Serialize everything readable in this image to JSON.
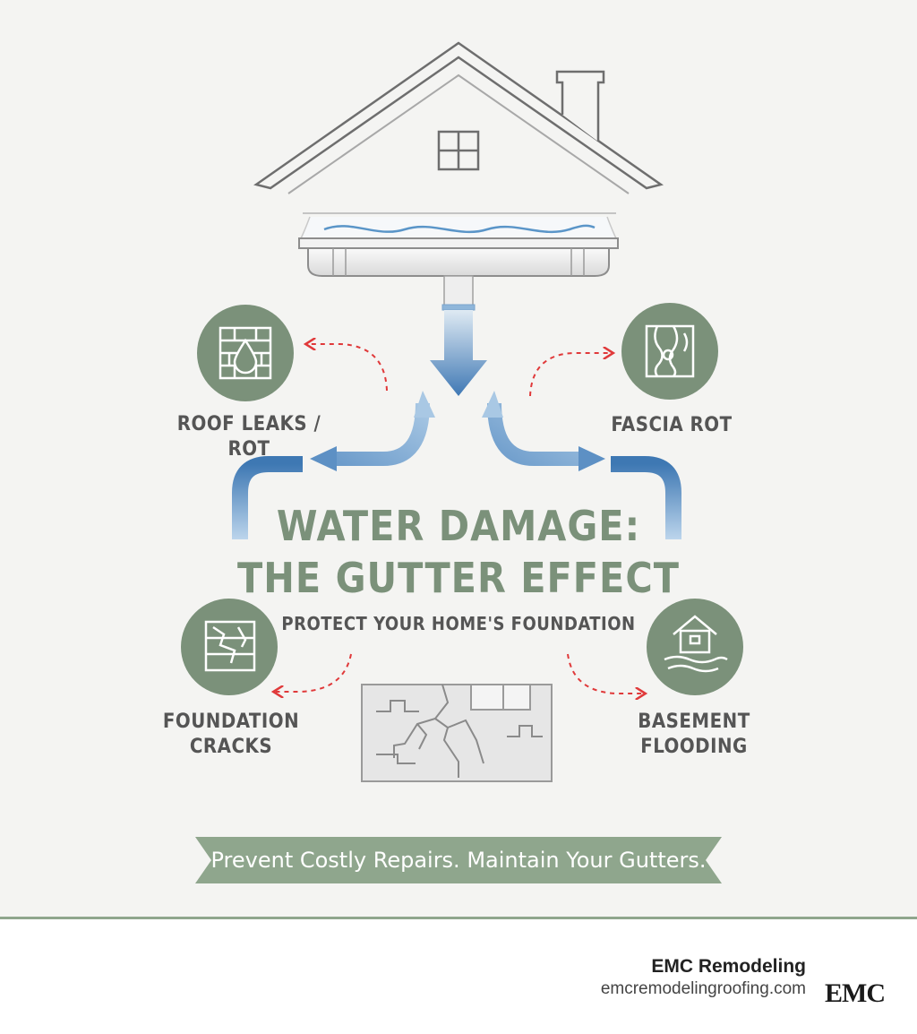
{
  "title": {
    "line1": "WATER DAMAGE:",
    "line2": "THE GUTTER EFFECT"
  },
  "subtitle": "PROTECT YOUR HOME'S FOUNDATION",
  "issues": {
    "roof_leaks": "ROOF LEAKS / ROT",
    "fascia_rot": "FASCIA ROT",
    "foundation_cracks": [
      "FOUNDATION",
      "CRACKS"
    ],
    "basement_flooding": [
      "BASEMENT",
      "FLOODING"
    ]
  },
  "banner": "Prevent Costly Repairs. Maintain Your Gutters.",
  "footer": {
    "company": "EMC Remodeling",
    "url": "emcremodelingroofing.com",
    "logo_text": "EMC"
  },
  "colors": {
    "accent_green": "#7b917a",
    "water_blue": "#4f86bf",
    "warning_red": "#e0393a"
  },
  "icons": [
    "house-roof-icon",
    "gutter-icon",
    "downspout-arrow-icon",
    "brick-wall-drop-icon",
    "wood-grain-icon",
    "cracked-wall-icon",
    "flooded-house-icon",
    "cracked-foundation-icon",
    "emc-logo-icon"
  ]
}
